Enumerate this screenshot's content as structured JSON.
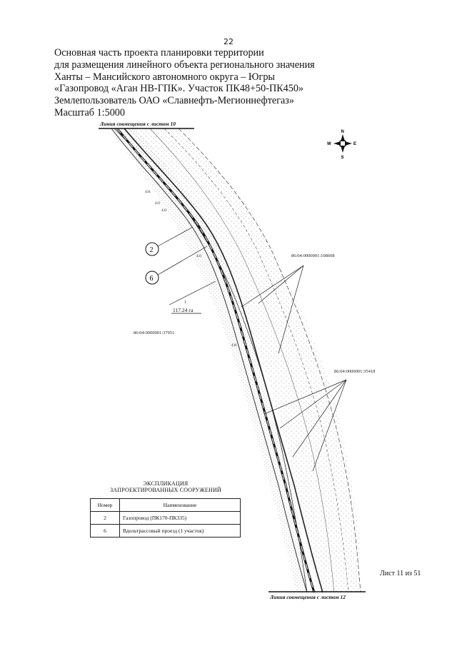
{
  "page_number": "22",
  "header": {
    "lines": [
      "Основная часть проекта планировки территории",
      "для размещения линейного объекта регионального значения",
      "Ханты – Мансийского автономного округа – Югры",
      "«Газопровод «Аган НВ-ГПК». Участок ПК48+50-ПК450»",
      "Землепользователь ОАО «Славнефть-Мегионнефтегаз»",
      "Масштаб 1:5000"
    ]
  },
  "map": {
    "match_line_top": "Линия совмещения с листом 10",
    "match_line_bottom": "Линия совмещения с листом 12",
    "compass": {
      "n": "N",
      "s": "S",
      "w": "W",
      "e": "E"
    },
    "callouts": [
      "2",
      "6"
    ],
    "area_label": "117.24 га",
    "parcels": [
      "86:04:0000001:108608",
      "86:04:0000001:37951",
      "86:04:0000001:35418"
    ],
    "pickets": [
      "434",
      "433",
      "432",
      "431",
      "430"
    ]
  },
  "explication": {
    "title_line1": "ЭКСПЛИКАЦИЯ",
    "title_line2": "ЗАПРОЕКТИРОВАННЫХ СООРУЖЕНИЙ",
    "headers": [
      "Номер",
      "Наименование"
    ],
    "rows": [
      [
        "2",
        "Газопровод (ПК170-ПК335)"
      ],
      [
        "6",
        "Вдольтрассовый проезд (1 участок)"
      ]
    ]
  },
  "sheet_label": "Лист 11 из 51"
}
